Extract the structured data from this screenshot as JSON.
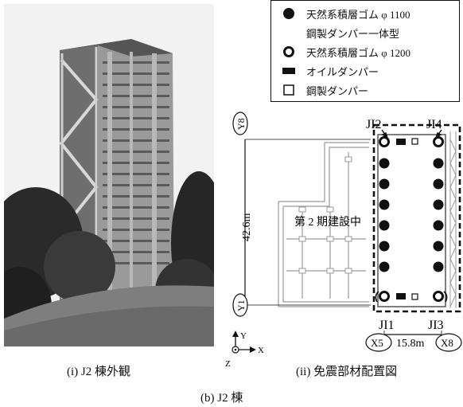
{
  "photo": {
    "caption": "(i) J2 棟外観"
  },
  "legend": {
    "items": [
      {
        "symbol": "filled-circle",
        "label": "天然系積層ゴム φ 1100"
      },
      {
        "symbol": "none",
        "label": "鋼製ダンパー一体型"
      },
      {
        "symbol": "open-circle",
        "label": "天然系積層ゴム φ 1200"
      },
      {
        "symbol": "filled-rect",
        "label": "オイルダンパー"
      },
      {
        "symbol": "open-square",
        "label": "鋼製ダンパー"
      }
    ]
  },
  "plan": {
    "caption": "(ii) 免震部材配置図",
    "construction_label": "第 2 期建設中",
    "dimension_v": "42.6m",
    "dimension_h": "15.8m",
    "axis_y8": "Y8",
    "axis_y1": "Y1",
    "axis_x5": "X5",
    "axis_x8": "X8",
    "sensor_i2": "JI2",
    "sensor_i4": "JI4",
    "sensor_i1": "JI1",
    "sensor_i3": "JI3",
    "coord_y": "Y",
    "coord_x": "X",
    "coord_z": "Z"
  },
  "figure_caption": "(b) J2 棟",
  "colors": {
    "sky": "#f4f4f4",
    "building": "#8a8a8a",
    "tree": "#2e2e2e",
    "ink": "#111111"
  }
}
